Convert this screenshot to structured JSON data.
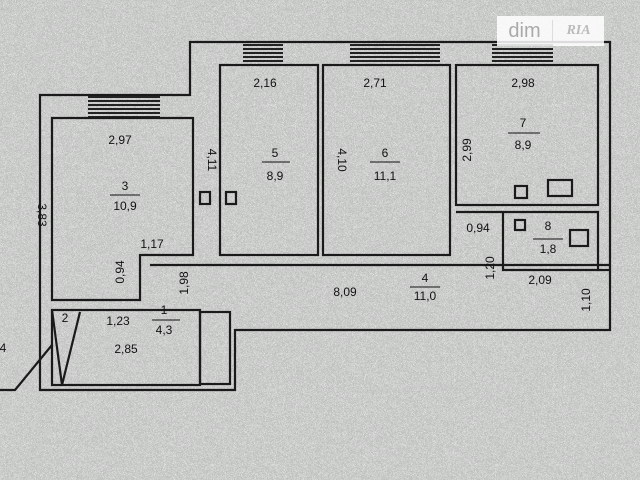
{
  "watermark": {
    "brand_left": "dim",
    "brand_right": "RIA"
  },
  "edge_label": "4",
  "rooms": [
    {
      "number": "1",
      "area": "4,3"
    },
    {
      "number": "2"
    },
    {
      "number": "3",
      "area": "10,9"
    },
    {
      "number": "4",
      "area": "11,0"
    },
    {
      "number": "5",
      "area": "8,9"
    },
    {
      "number": "6",
      "area": "11,1"
    },
    {
      "number": "7",
      "area": "8,9"
    },
    {
      "number": "8",
      "area": "1,8"
    }
  ],
  "dimensions": {
    "r3_top": "2,97",
    "r3_side": "3,83",
    "r3_notch": "1,17",
    "r3_notch_side": "0,94",
    "r1_side": "1,98",
    "r1_a": "1,23",
    "r1_b": "2,85",
    "r5_top": "2,16",
    "r5_side": "4,11",
    "r6_top": "2,71",
    "r6_side": "4,10",
    "r7_top": "2,98",
    "r7_side": "2,99",
    "r8_a": "0,94",
    "r8_b": "1,20",
    "r8_c": "2,09",
    "r8_d": "1,10",
    "corridor": "8,09"
  }
}
